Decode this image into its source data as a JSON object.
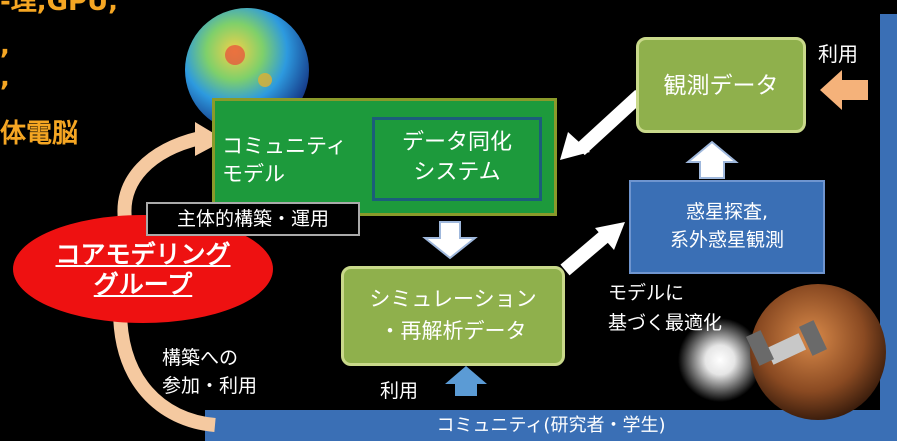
{
  "top_left_lines": [
    "",
    "",
    "",
    "体電脳"
  ],
  "community_model": "コミュニティ\nモデル",
  "data_assimilation": "データ同化\nシステム",
  "shutai_label": "主体的構築・運用",
  "core_group": "コアモデリング\nグループ",
  "observation_data": "観測データ",
  "riyo_top": "利用",
  "planet_exploration": "惑星探査,\n系外惑星観測",
  "simulation": "シミュレーション\n・再解析データ",
  "model_optimize": "モデルに\n基づく最適化",
  "kouchiku_sanka": "構築への\n参加・利用",
  "riyo_bottom": "利用",
  "community_bar": "コミュニティ(研究者・学生)",
  "colors": {
    "orange_text": "#f5a623",
    "green_dark": "#1d9a3c",
    "green_light": "#8fb04c",
    "blue": "#3a6fb5",
    "red": "#ee1111",
    "arrow_peach": "#f5c9a0"
  }
}
